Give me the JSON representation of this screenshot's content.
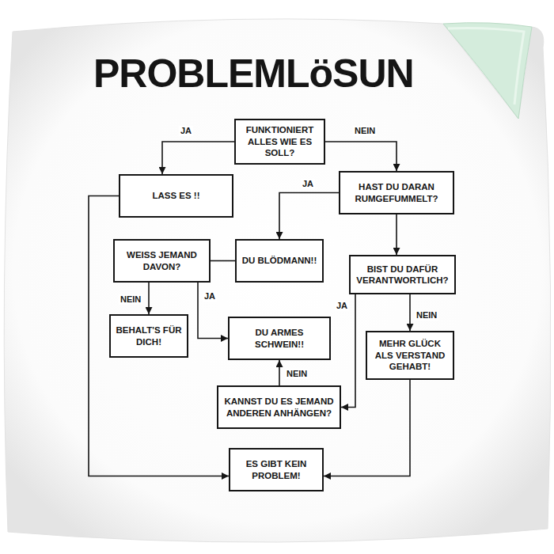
{
  "diagram": {
    "title": "PROBLEMLöSUN",
    "nodes": [
      {
        "text": [
          "FUNKTIONIERT ALLES WIE ES SOLL?"
        ]
      },
      {
        "text": [
          "LASS ES !!"
        ]
      },
      {
        "text": [
          "HAST DU DARAN RUMGEFUMMELT?"
        ]
      },
      {
        "text": [
          "WEISS JEMAND DAVON?"
        ]
      },
      {
        "text": [
          "DU BLÖDMANN!!"
        ]
      },
      {
        "text": [
          "BIST DU DAFÜR VERANTWORTLICH?"
        ]
      },
      {
        "text": [
          "BEHALT'S FÜR DICH!"
        ]
      },
      {
        "text": [
          "DU ARMES SCHWEIN!!"
        ]
      },
      {
        "text": [
          "MEHR GLÜCK ALS VERSTAND GEHABT!"
        ]
      },
      {
        "text": [
          "KANNST DU ES JEMAND ANDEREN ANHÄNGEN?"
        ]
      },
      {
        "text": [
          "ES GIBT KEIN PROBLEM!"
        ]
      }
    ],
    "edges": [
      {
        "from": 0,
        "to": 1,
        "arrow": "to",
        "label": "JA"
      },
      {
        "from": 0,
        "to": 2,
        "arrow": "to",
        "label": "NEIN"
      },
      {
        "from": 2,
        "to": 4,
        "arrow": "to",
        "label": "JA"
      },
      {
        "from": 2,
        "to": 5,
        "arrow": "to"
      },
      {
        "from": 4,
        "to": 3,
        "arrow": "none"
      },
      {
        "from": 3,
        "to": 6,
        "arrow": "to",
        "label": "NEIN"
      },
      {
        "from": 3,
        "to": 7,
        "arrow": "to",
        "label": "JA"
      },
      {
        "from": 5,
        "to": 9,
        "arrow": "to",
        "label": "JA"
      },
      {
        "from": 5,
        "to": 8,
        "arrow": "to",
        "label": "NEIN"
      },
      {
        "from": 9,
        "to": 7,
        "arrow": "to",
        "label": "NEIN"
      },
      {
        "from": 1,
        "to": 10,
        "arrow": "to"
      },
      {
        "from": 8,
        "to": 10,
        "arrow": "to"
      }
    ]
  }
}
